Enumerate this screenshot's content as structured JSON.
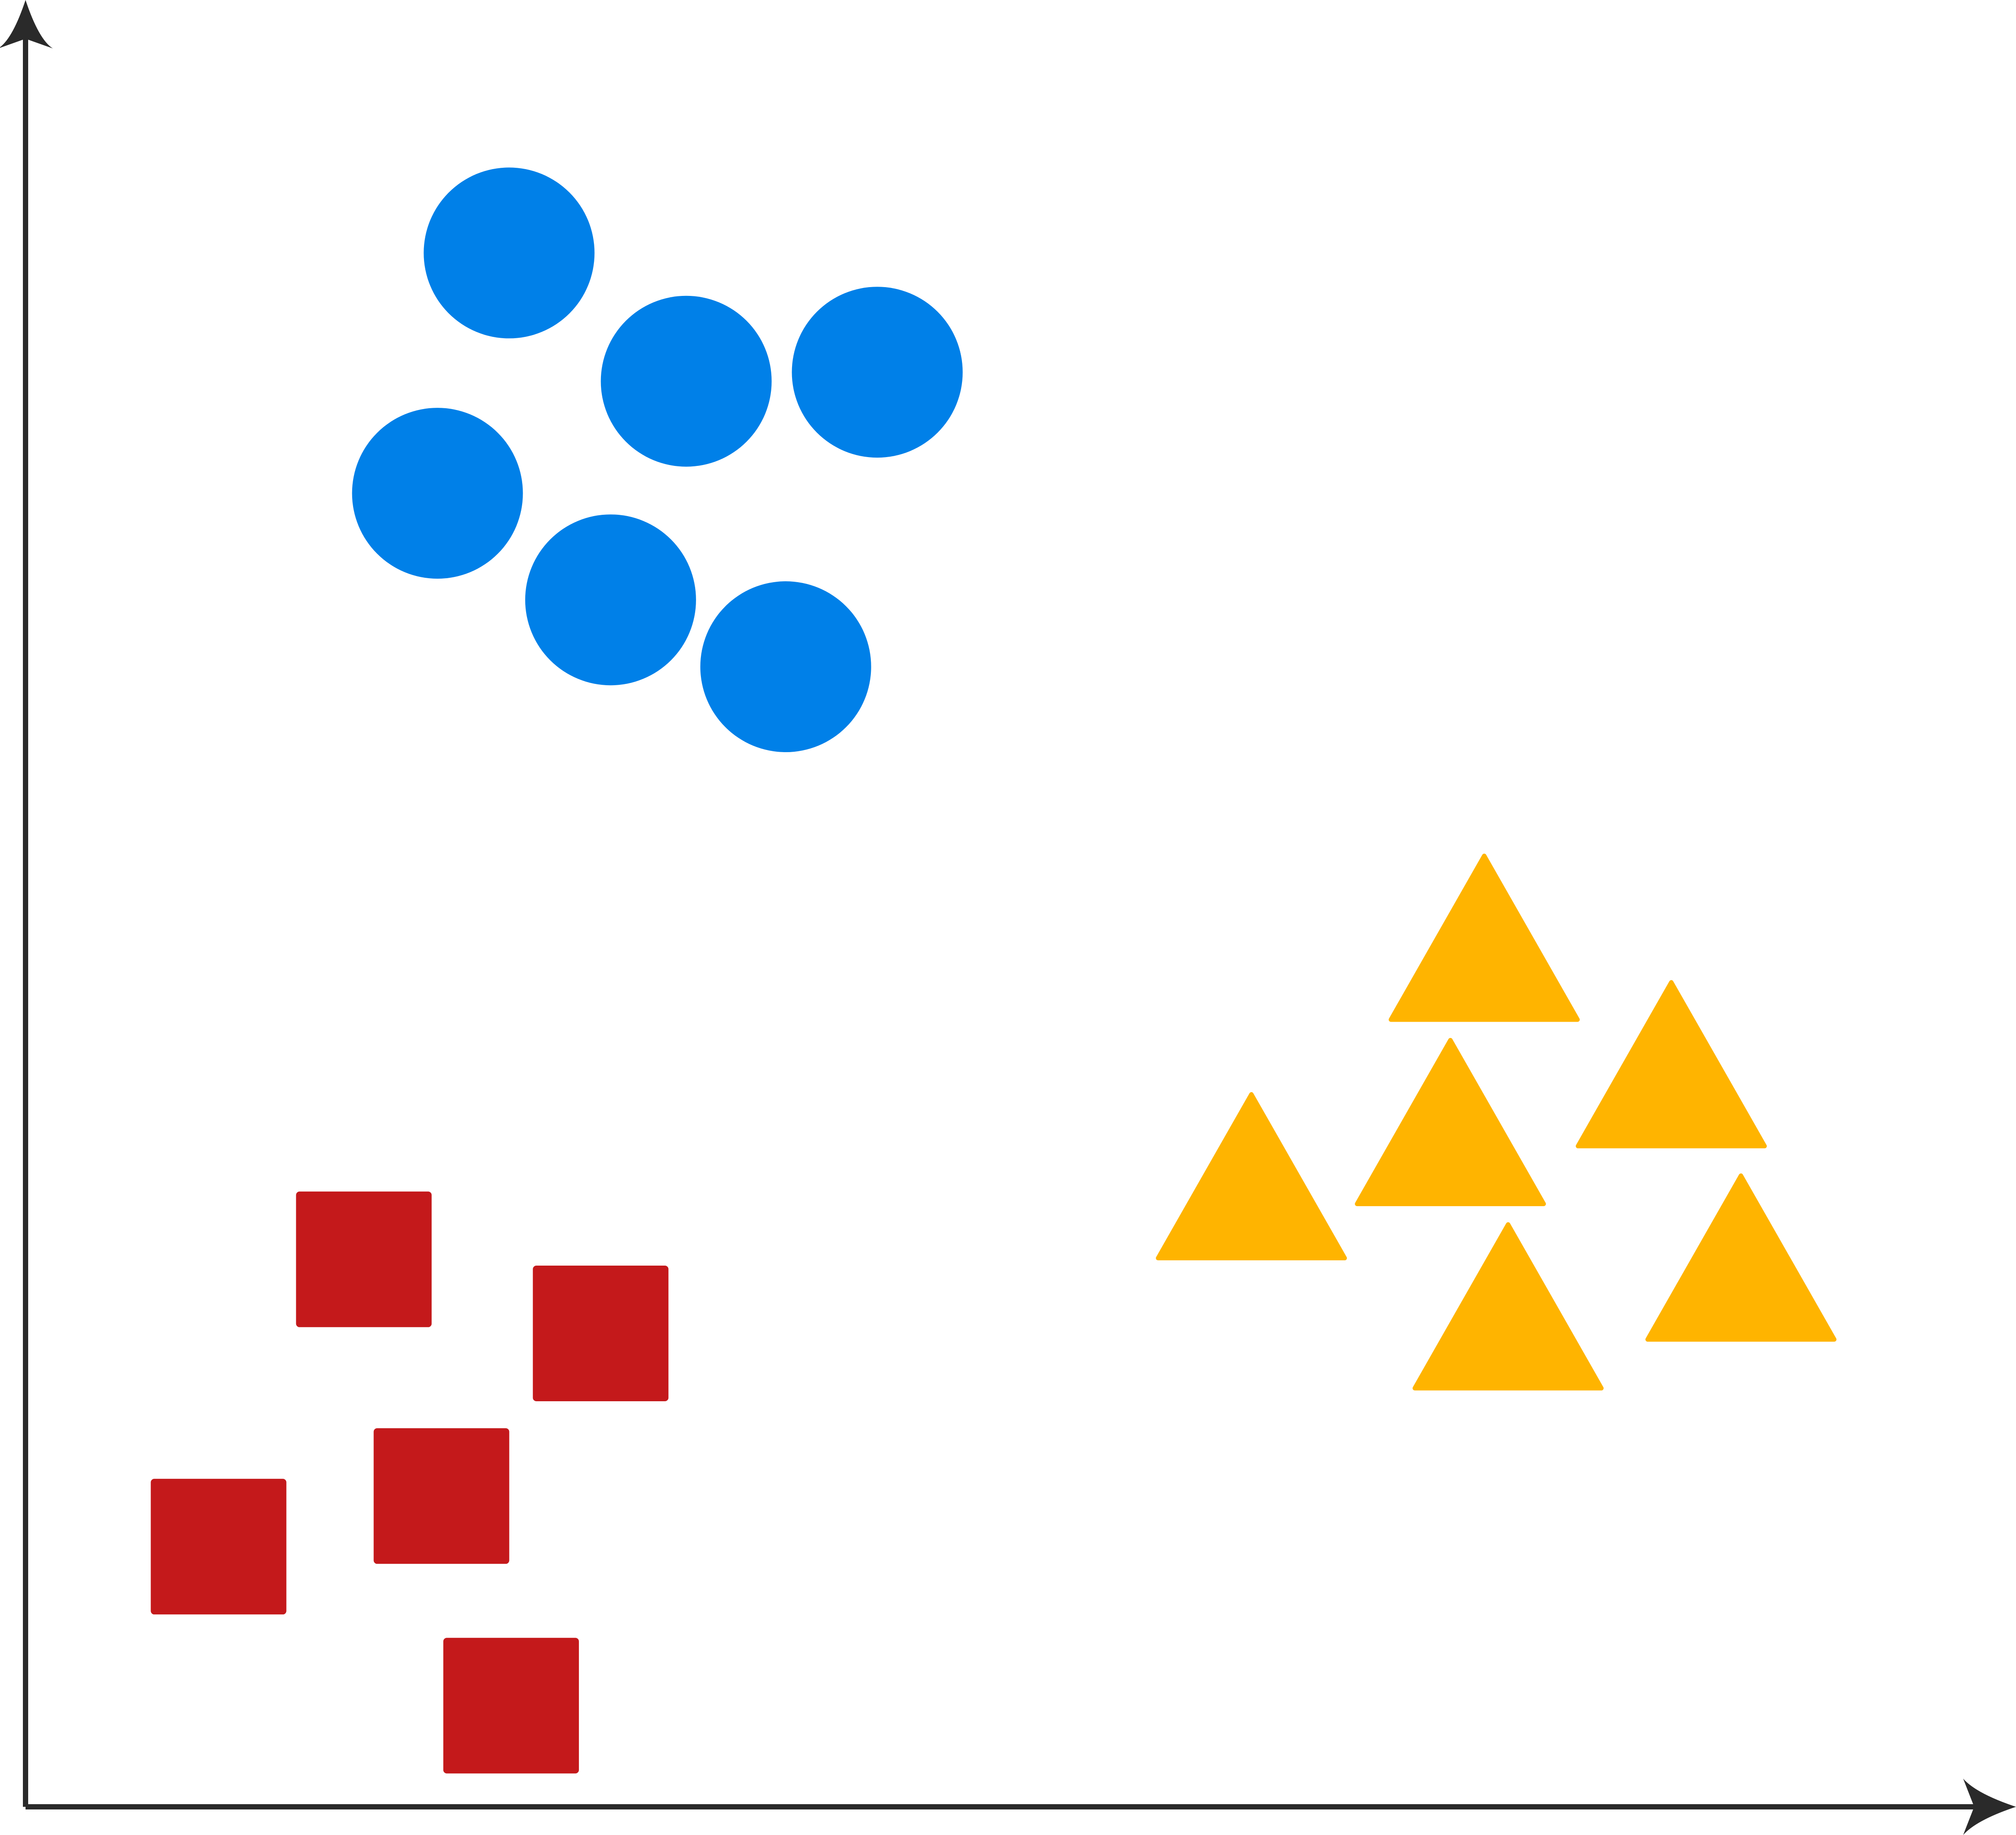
{
  "chart_data": {
    "type": "scatter",
    "title": "",
    "xlabel": "",
    "ylabel": "",
    "xlim": [
      0,
      100
    ],
    "ylim": [
      0,
      100
    ],
    "grid": false,
    "ticks": false,
    "axis_color": "#2a2a2a",
    "series": [
      {
        "marker": "circle",
        "color": "#0080E8",
        "points": [
          [
            24.3,
            86.0
          ],
          [
            33.2,
            78.9
          ],
          [
            42.8,
            79.4
          ],
          [
            20.7,
            72.7
          ],
          [
            29.4,
            66.8
          ],
          [
            38.2,
            63.1
          ]
        ]
      },
      {
        "marker": "square",
        "color": "#C4191B",
        "points": [
          [
            17.0,
            30.3
          ],
          [
            28.9,
            26.2
          ],
          [
            20.9,
            17.2
          ],
          [
            9.7,
            14.4
          ],
          [
            24.4,
            5.6
          ]
        ]
      },
      {
        "marker": "triangle",
        "color": "#FFB400",
        "points": [
          [
            73.3,
            48.1
          ],
          [
            82.7,
            41.1
          ],
          [
            71.6,
            37.9
          ],
          [
            61.6,
            34.9
          ],
          [
            74.5,
            27.7
          ],
          [
            86.2,
            30.4
          ]
        ]
      }
    ]
  }
}
